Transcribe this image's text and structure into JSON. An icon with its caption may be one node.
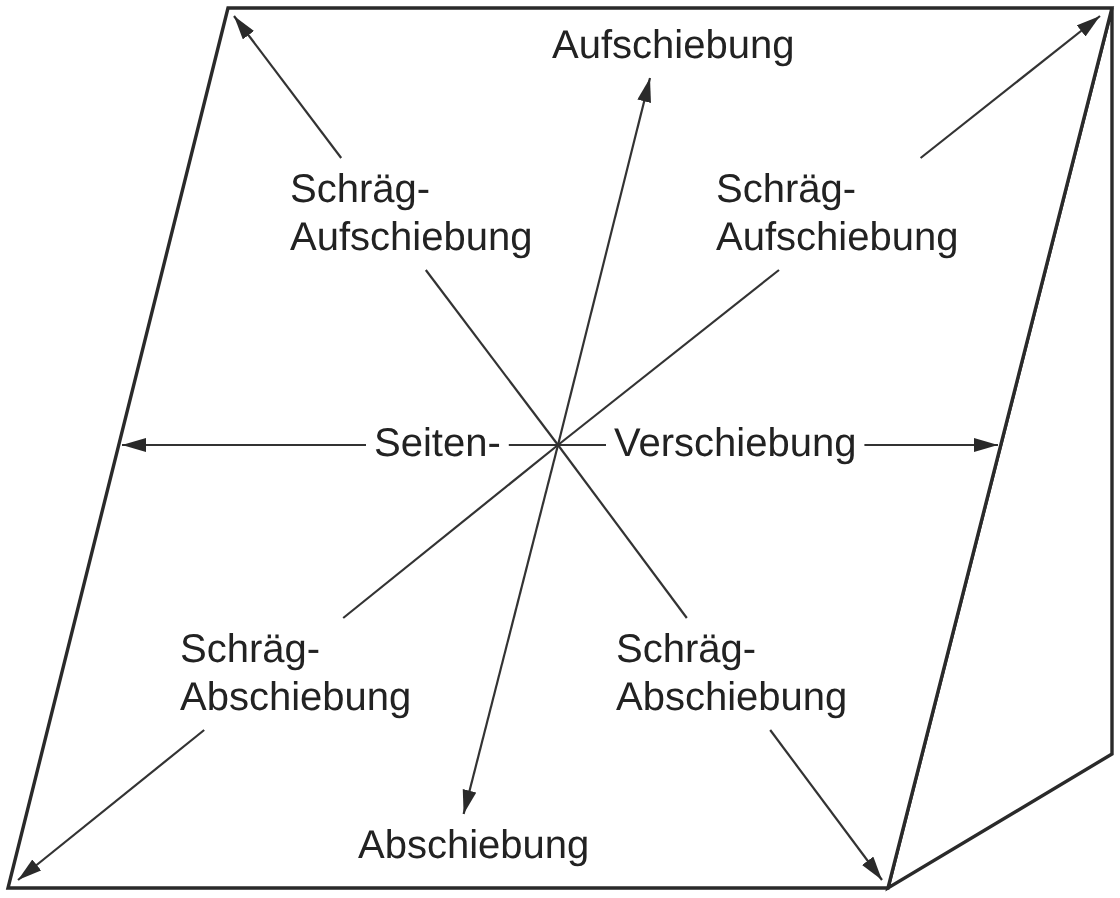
{
  "diagram": {
    "nodes": [
      {
        "text": [],
        "shape": "block"
      },
      {
        "text": [
          "Aufschiebung"
        ],
        "in": 0
      },
      {
        "text": [
          "Schräg- Aufschiebung"
        ],
        "in": 0
      },
      {
        "text": [
          "Schräg- Aufschiebung"
        ],
        "in": 0
      },
      {
        "text": [
          "Seiten-"
        ],
        "in": 0
      },
      {
        "text": [
          "Verschiebung"
        ],
        "in": 0
      },
      {
        "text": [
          "Schräg- Abschiebung"
        ],
        "in": 0
      },
      {
        "text": [
          "Schräg- Abschiebung"
        ],
        "in": 0
      },
      {
        "text": [
          "Abschiebung"
        ],
        "in": 0
      }
    ],
    "edges": [
      {
        "from": null,
        "to": 1,
        "arrow": "to"
      },
      {
        "from": 2,
        "to": 0,
        "arrow": "to"
      },
      {
        "from": null,
        "to": 2,
        "arrow": "none"
      },
      {
        "from": 3,
        "to": 0,
        "arrow": "to"
      },
      {
        "from": null,
        "to": 3,
        "arrow": "none"
      },
      {
        "from": 4,
        "to": 0,
        "arrow": "to"
      },
      {
        "from": 4,
        "to": 5,
        "arrow": "none"
      },
      {
        "from": 5,
        "to": 0,
        "arrow": "to"
      },
      {
        "from": null,
        "to": 6,
        "arrow": "none"
      },
      {
        "from": 6,
        "to": 0,
        "arrow": "to"
      },
      {
        "from": null,
        "to": 7,
        "arrow": "none"
      },
      {
        "from": 7,
        "to": 0,
        "arrow": "to"
      },
      {
        "from": null,
        "to": 8,
        "arrow": "to"
      }
    ]
  }
}
